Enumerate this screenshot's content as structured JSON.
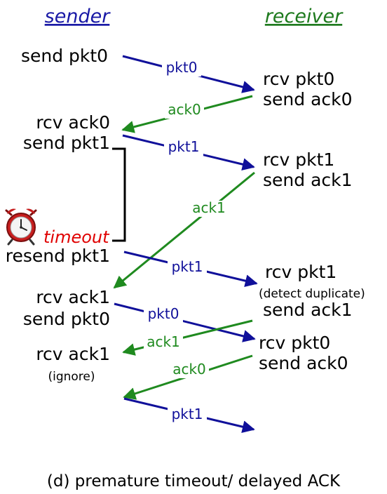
{
  "colors": {
    "sender_header": "#1a1aa6",
    "receiver_header": "#1e7a1e",
    "packet_arrow": "#10109a",
    "ack_arrow": "#1f8a1f",
    "timeout_text": "#e00000",
    "text": "#000000"
  },
  "headers": {
    "sender": "sender",
    "receiver": "receiver"
  },
  "sender_events": {
    "send_pkt0_a": "send pkt0",
    "rcv_ack0": "rcv ack0",
    "send_pkt1": "send pkt1",
    "timeout": "timeout",
    "resend_pkt1": "resend pkt1",
    "rcv_ack1_a": "rcv ack1",
    "send_pkt0_b": "send pkt0",
    "rcv_ack1_b": "rcv ack1",
    "ignore": "(ignore)"
  },
  "receiver_events": {
    "rcv_pkt0_a": "rcv pkt0",
    "send_ack0_a": "send ack0",
    "rcv_pkt1_a": "rcv pkt1",
    "send_ack1_a": "send ack1",
    "rcv_pkt1_b": "rcv pkt1",
    "detect_duplicate": "(detect duplicate)",
    "send_ack1_b": "send ack1",
    "rcv_pkt0_b": "rcv pkt0",
    "send_ack0_b": "send ack0"
  },
  "messages": [
    {
      "label": "pkt0",
      "kind": "pkt"
    },
    {
      "label": "ack0",
      "kind": "ack"
    },
    {
      "label": "pkt1",
      "kind": "pkt"
    },
    {
      "label": "ack1",
      "kind": "ack"
    },
    {
      "label": "pkt1",
      "kind": "pkt"
    },
    {
      "label": "pkt0",
      "kind": "pkt"
    },
    {
      "label": "ack1",
      "kind": "ack"
    },
    {
      "label": "ack0",
      "kind": "ack"
    },
    {
      "label": "pkt1",
      "kind": "pkt"
    }
  ],
  "caption": "(d) premature timeout/ delayed ACK",
  "icons": {
    "timer": "alarm-clock-icon"
  }
}
